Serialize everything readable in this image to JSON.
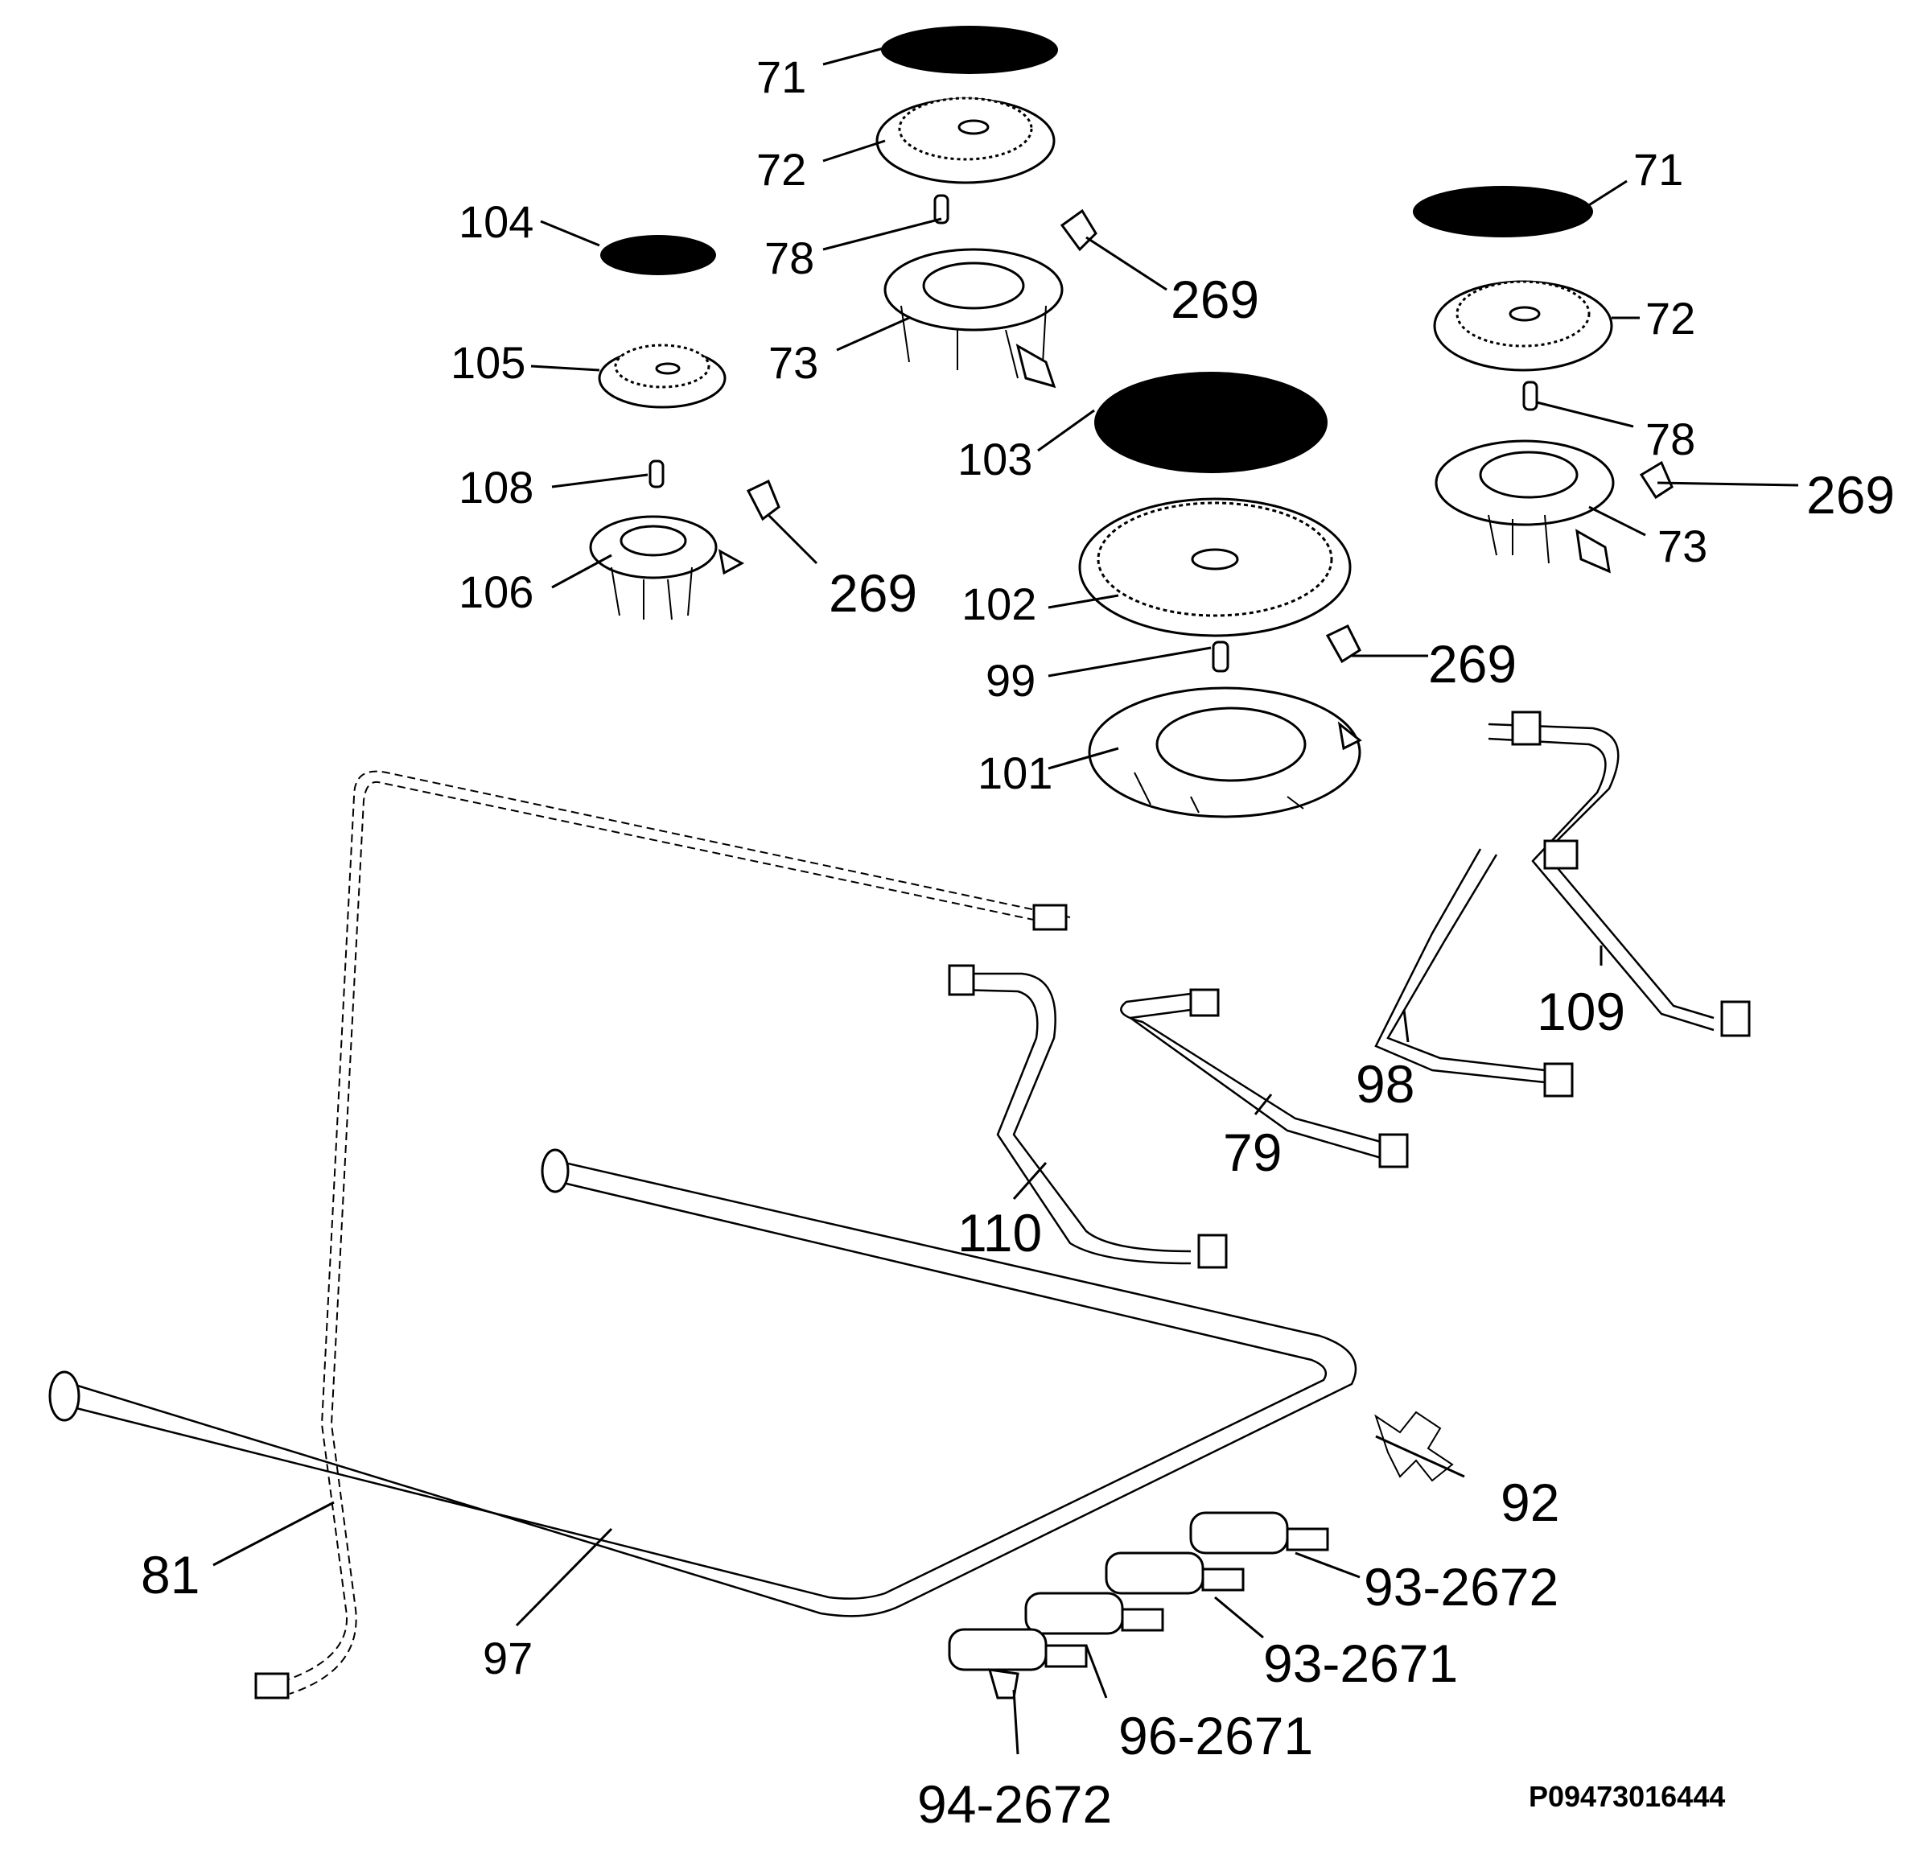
{
  "labels": [
    {
      "id": "71a",
      "text": "71"
    },
    {
      "id": "72a",
      "text": "72"
    },
    {
      "id": "78a",
      "text": "78"
    },
    {
      "id": "73a",
      "text": "73"
    },
    {
      "id": "269a",
      "text": "269"
    },
    {
      "id": "104",
      "text": "104"
    },
    {
      "id": "105",
      "text": "105"
    },
    {
      "id": "108",
      "text": "108"
    },
    {
      "id": "106",
      "text": "106"
    },
    {
      "id": "269b",
      "text": "269"
    },
    {
      "id": "103",
      "text": "103"
    },
    {
      "id": "102",
      "text": "102"
    },
    {
      "id": "99",
      "text": "99"
    },
    {
      "id": "101",
      "text": "101"
    },
    {
      "id": "269c",
      "text": "269"
    },
    {
      "id": "71b",
      "text": "71"
    },
    {
      "id": "72b",
      "text": "72"
    },
    {
      "id": "78b",
      "text": "78"
    },
    {
      "id": "73b",
      "text": "73"
    },
    {
      "id": "269d",
      "text": "269"
    },
    {
      "id": "109",
      "text": "109"
    },
    {
      "id": "98",
      "text": "98"
    },
    {
      "id": "79",
      "text": "79"
    },
    {
      "id": "110",
      "text": "110"
    },
    {
      "id": "81",
      "text": "81"
    },
    {
      "id": "97",
      "text": "97"
    },
    {
      "id": "92",
      "text": "92"
    },
    {
      "id": "93-2672",
      "text": "93-2672"
    },
    {
      "id": "93-2671",
      "text": "93-2671"
    },
    {
      "id": "96-2671",
      "text": "96-2671"
    },
    {
      "id": "94-2672",
      "text": "94-2672"
    }
  ],
  "drawing_code": "P09473016444"
}
